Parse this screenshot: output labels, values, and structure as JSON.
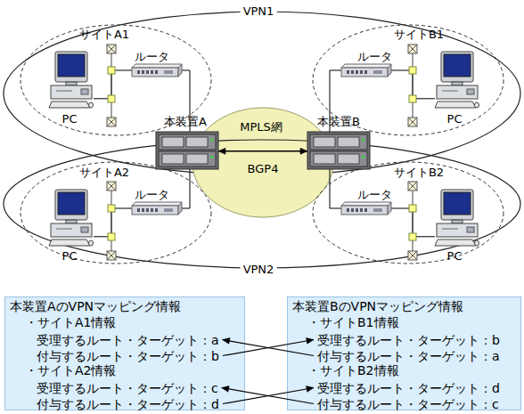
{
  "diagram": {
    "nodes": [
      {
        "text": [
          "VPN1"
        ]
      },
      {
        "text": [
          "サイトA1"
        ],
        "in": 0
      },
      {
        "text": [
          "ルータ"
        ],
        "in": 1
      },
      {
        "text": [
          "PC"
        ],
        "in": 1
      },
      {
        "text": [
          "サイトB1"
        ],
        "in": 0
      },
      {
        "text": [
          "ルータ"
        ],
        "in": 4
      },
      {
        "text": [
          "PC"
        ],
        "in": 4
      },
      {
        "text": [
          "本装置A"
        ]
      },
      {
        "text": [
          "MPLS網"
        ]
      },
      {
        "text": [
          "本装置B"
        ]
      },
      {
        "text": [
          "VPN2"
        ]
      },
      {
        "text": [
          "サイトA2"
        ],
        "in": 10
      },
      {
        "text": [
          "ルータ"
        ],
        "in": 11
      },
      {
        "text": [
          "PC"
        ],
        "in": 11
      },
      {
        "text": [
          "サイトB2"
        ],
        "in": 10
      },
      {
        "text": [
          "ルータ"
        ],
        "in": 14
      },
      {
        "text": [
          "PC"
        ],
        "in": 14
      },
      {
        "text": [
          "本装置AのVPNマッピング情報",
          "・サイトA1情報",
          "・サイトA2情報"
        ]
      },
      {
        "text": [
          "受理するルート・ターゲット：a"
        ],
        "in": 17
      },
      {
        "text": [
          "付与するルート・ターゲット：b"
        ],
        "in": 17
      },
      {
        "text": [
          "受理するルート・ターゲット：c"
        ],
        "in": 17
      },
      {
        "text": [
          "付与するルート・ターゲット：d"
        ],
        "in": 17
      },
      {
        "text": [
          "本装置BのVPNマッピング情報",
          "・サイトB1情報",
          "・サイトB2情報"
        ]
      },
      {
        "text": [
          "受理するルート・ターゲット：b"
        ],
        "in": 22
      },
      {
        "text": [
          "付与するルート・ターゲット：a"
        ],
        "in": 22
      },
      {
        "text": [
          "受理するルート・ターゲット：d"
        ],
        "in": 22
      },
      {
        "text": [
          "付与するルート・ターゲット：c"
        ],
        "in": 22
      }
    ],
    "edges": [
      {
        "from": 7,
        "to": 9,
        "label": "BGP4",
        "arrow": "both"
      },
      {
        "from": 3,
        "to": 2,
        "arrow": "none"
      },
      {
        "from": 2,
        "to": 7,
        "arrow": "none"
      },
      {
        "from": 6,
        "to": 5,
        "arrow": "none"
      },
      {
        "from": 5,
        "to": 9,
        "arrow": "none"
      },
      {
        "from": 13,
        "to": 12,
        "arrow": "none"
      },
      {
        "from": 12,
        "to": 7,
        "arrow": "none"
      },
      {
        "from": 16,
        "to": 15,
        "arrow": "none"
      },
      {
        "from": 15,
        "to": 9,
        "arrow": "none"
      },
      {
        "from": 19,
        "to": 23,
        "arrow": "to"
      },
      {
        "from": 24,
        "to": 18,
        "arrow": "to"
      },
      {
        "from": 21,
        "to": 25,
        "arrow": "to"
      },
      {
        "from": 26,
        "to": 20,
        "arrow": "to"
      }
    ]
  }
}
